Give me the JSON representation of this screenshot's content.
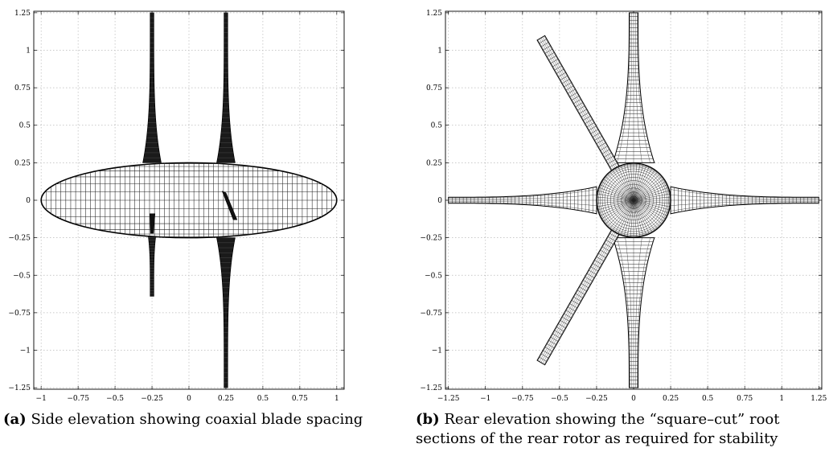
{
  "figures": [
    {
      "label": "(a)",
      "caption": "Side elevation showing coaxial blade spacing",
      "x_ticks": [
        "−1",
        "−0.75",
        "−0.5",
        "−0.25",
        "0",
        "0.25",
        "0.5",
        "0.75",
        "1"
      ],
      "y_ticks": [
        "1.25",
        "1",
        "0.75",
        "0.5",
        "0.25",
        "0",
        "−0.25",
        "−0.5",
        "−0.75",
        "−1",
        "−1.25"
      ]
    },
    {
      "label": "(b)",
      "caption": "Rear elevation showing the “square–cut” root sections of the rear rotor as required for stability",
      "x_ticks": [
        "−1.25",
        "−1",
        "−0.75",
        "−0.5",
        "−0.25",
        "0",
        "0.25",
        "0.5",
        "0.75",
        "1",
        "1.25"
      ],
      "y_ticks": [
        "1.25",
        "1",
        "0.75",
        "0.5",
        "0.25",
        "0",
        "−0.25",
        "−0.5",
        "−0.75",
        "−1",
        "−1.25"
      ]
    }
  ],
  "chart_data": [
    {
      "type": "wireframe",
      "xlim": [
        -1.05,
        1.05
      ],
      "ylim": [
        -1.26,
        1.26
      ],
      "grid": true,
      "xticks": [
        -1,
        -0.75,
        -0.5,
        -0.25,
        0,
        0.25,
        0.5,
        0.75,
        1
      ],
      "yticks": [
        1.25,
        1,
        0.75,
        0.5,
        0.25,
        0,
        -0.25,
        -0.5,
        -0.75,
        -1,
        -1.25
      ],
      "body": {
        "shape": "ellipse",
        "center": [
          0,
          0
        ],
        "semi_axes": [
          1.0,
          0.25
        ]
      },
      "blades": [
        {
          "x": -0.25,
          "y_from": 0.25,
          "y_to": 1.25
        },
        {
          "x": -0.25,
          "y_from": -0.08,
          "y_to": -0.64
        },
        {
          "x": 0.25,
          "y_from": 0.25,
          "y_to": 1.25
        },
        {
          "x": 0.25,
          "y_from": -0.25,
          "y_to": -1.25
        }
      ]
    },
    {
      "type": "wireframe",
      "xlim": [
        -1.27,
        1.27
      ],
      "ylim": [
        -1.26,
        1.26
      ],
      "grid": true,
      "xticks": [
        -1.25,
        -1,
        -0.75,
        -0.5,
        -0.25,
        0,
        0.25,
        0.5,
        0.75,
        1,
        1.25
      ],
      "yticks": [
        1.25,
        1,
        0.75,
        0.5,
        0.25,
        0,
        -0.25,
        -0.5,
        -0.75,
        -1,
        -1.25
      ],
      "hub": {
        "shape": "circle",
        "center": [
          0,
          0
        ],
        "radius": 0.25
      },
      "blade_angles_deg": [
        0,
        90,
        180,
        270,
        120,
        240
      ],
      "blade_length": 1.25
    }
  ]
}
